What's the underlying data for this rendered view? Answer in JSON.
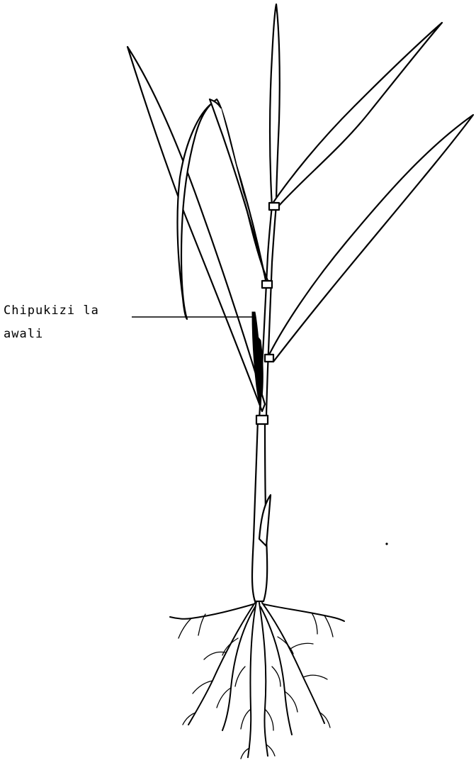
{
  "diagram": {
    "labels": [
      {
        "id": "first-tiller",
        "lines": [
          "Chipukizi la",
          "awali"
        ]
      }
    ]
  }
}
